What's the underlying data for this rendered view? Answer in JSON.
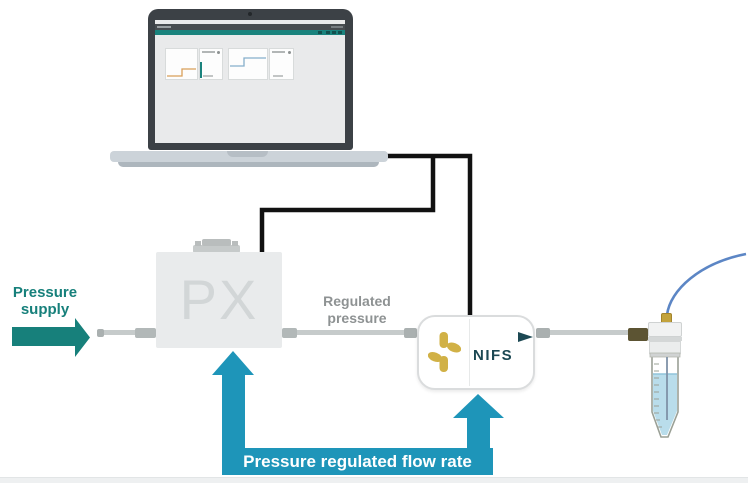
{
  "labels": {
    "pressure_supply": "Pressure supply",
    "regulated_pressure": "Regulated pressure",
    "flow_banner": "Pressure regulated flow rate"
  },
  "devices": {
    "pressure_controller": {
      "label": "PX"
    },
    "flow_meter": {
      "label": "NIFS"
    }
  },
  "icons": {
    "nifs_logo": "pinwheel-leaf-icon",
    "nifs_play": "play-triangle-icon",
    "supply_arrow": "arrow-right-icon",
    "flow_arrows": "u-shaped-double-arrow-up-icon"
  },
  "colors": {
    "teal_accent": "#17807B",
    "cyan_arrow": "#1E95B9",
    "nifs_dark": "#1C4853",
    "gold_logo": "#D1B146",
    "gray_label": "#8E9293",
    "tube_gray": "#C6CBCB",
    "cable_black": "#111111",
    "capillary_blue": "#5C86C5",
    "liquid_blue": "#B9DDEB",
    "toolbar_teal": "#1A837D"
  }
}
